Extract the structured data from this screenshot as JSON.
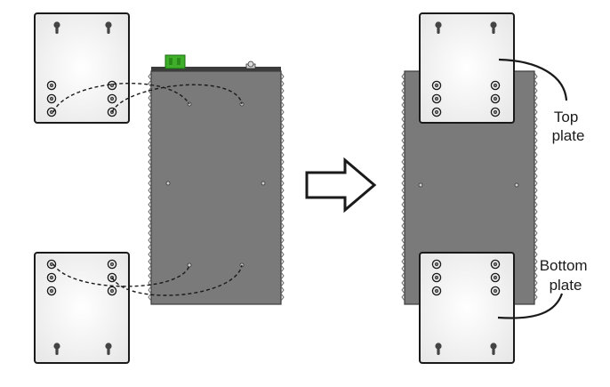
{
  "labels": {
    "top_plate": [
      "Top",
      "plate"
    ],
    "bottom_plate": [
      "Bottom",
      "plate"
    ]
  },
  "colors": {
    "device_body": "#777777",
    "plate_fill": "#f7f7f7",
    "terminal_block": "#3fae2a",
    "outline": "#1a1a1a"
  }
}
